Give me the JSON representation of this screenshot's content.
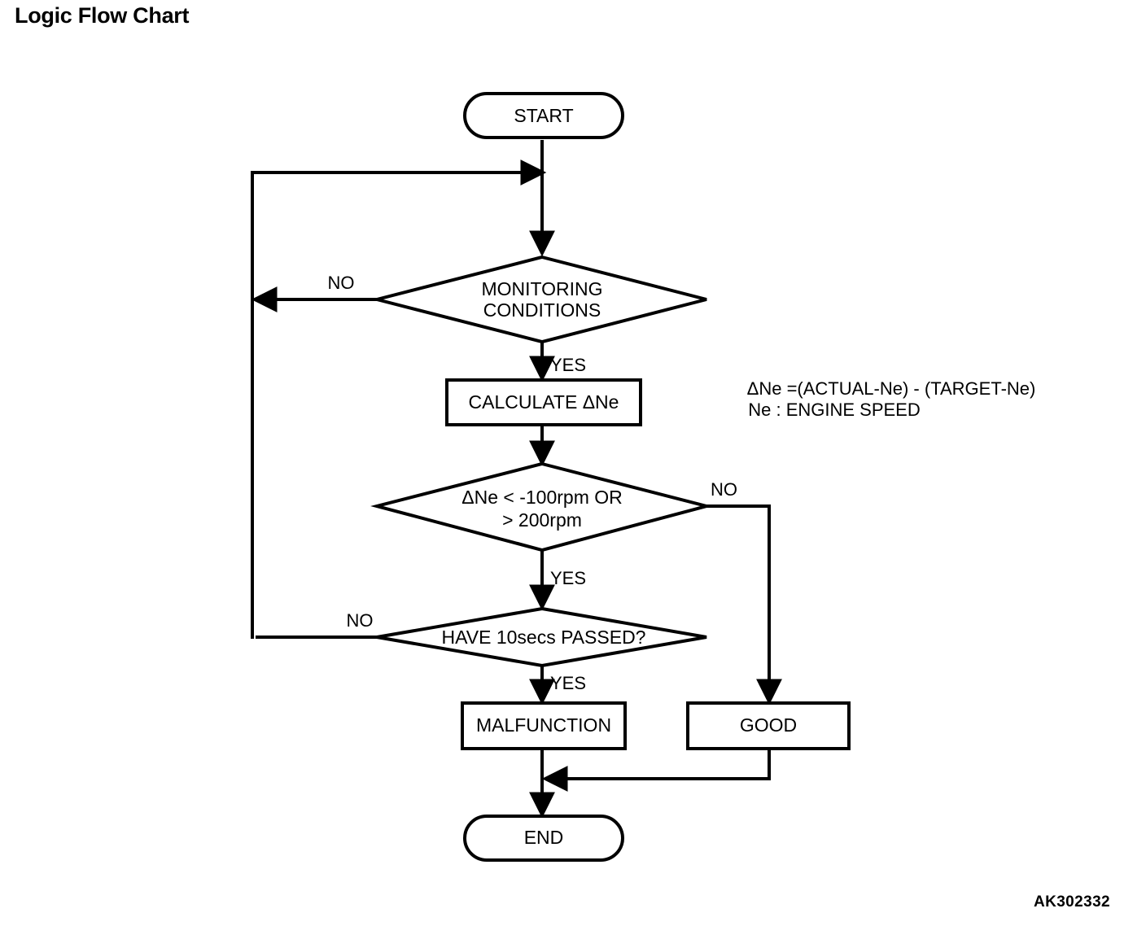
{
  "page": {
    "title": "Logic Flow Chart",
    "figure_id": "AK302332",
    "background_color": "#ffffff",
    "line_color": "#000000"
  },
  "flowchart": {
    "type": "flowchart",
    "nodes": [
      {
        "id": "start",
        "shape": "terminator",
        "label": "START"
      },
      {
        "id": "monitoring",
        "shape": "decision",
        "label_line1": "MONITORING",
        "label_line2": "CONDITIONS"
      },
      {
        "id": "calculate",
        "shape": "process",
        "label": "CALCULATE  ΔNe"
      },
      {
        "id": "threshold",
        "shape": "decision",
        "label_line1": "ΔNe < -100rpm OR",
        "label_line2": "> 200rpm"
      },
      {
        "id": "timer",
        "shape": "decision",
        "label": "HAVE 10secs PASSED?"
      },
      {
        "id": "malfunction",
        "shape": "process",
        "label": "MALFUNCTION"
      },
      {
        "id": "good",
        "shape": "process",
        "label": "GOOD"
      },
      {
        "id": "end",
        "shape": "terminator",
        "label": "END"
      }
    ],
    "edge_labels": {
      "monitoring_no": "NO",
      "monitoring_yes": "YES",
      "threshold_no": "NO",
      "threshold_yes": "YES",
      "timer_no": "NO",
      "timer_yes": "YES"
    }
  },
  "note": {
    "line1": "ΔNe =(ACTUAL-Ne) - (TARGET-Ne)",
    "line2": "Ne : ENGINE SPEED"
  }
}
